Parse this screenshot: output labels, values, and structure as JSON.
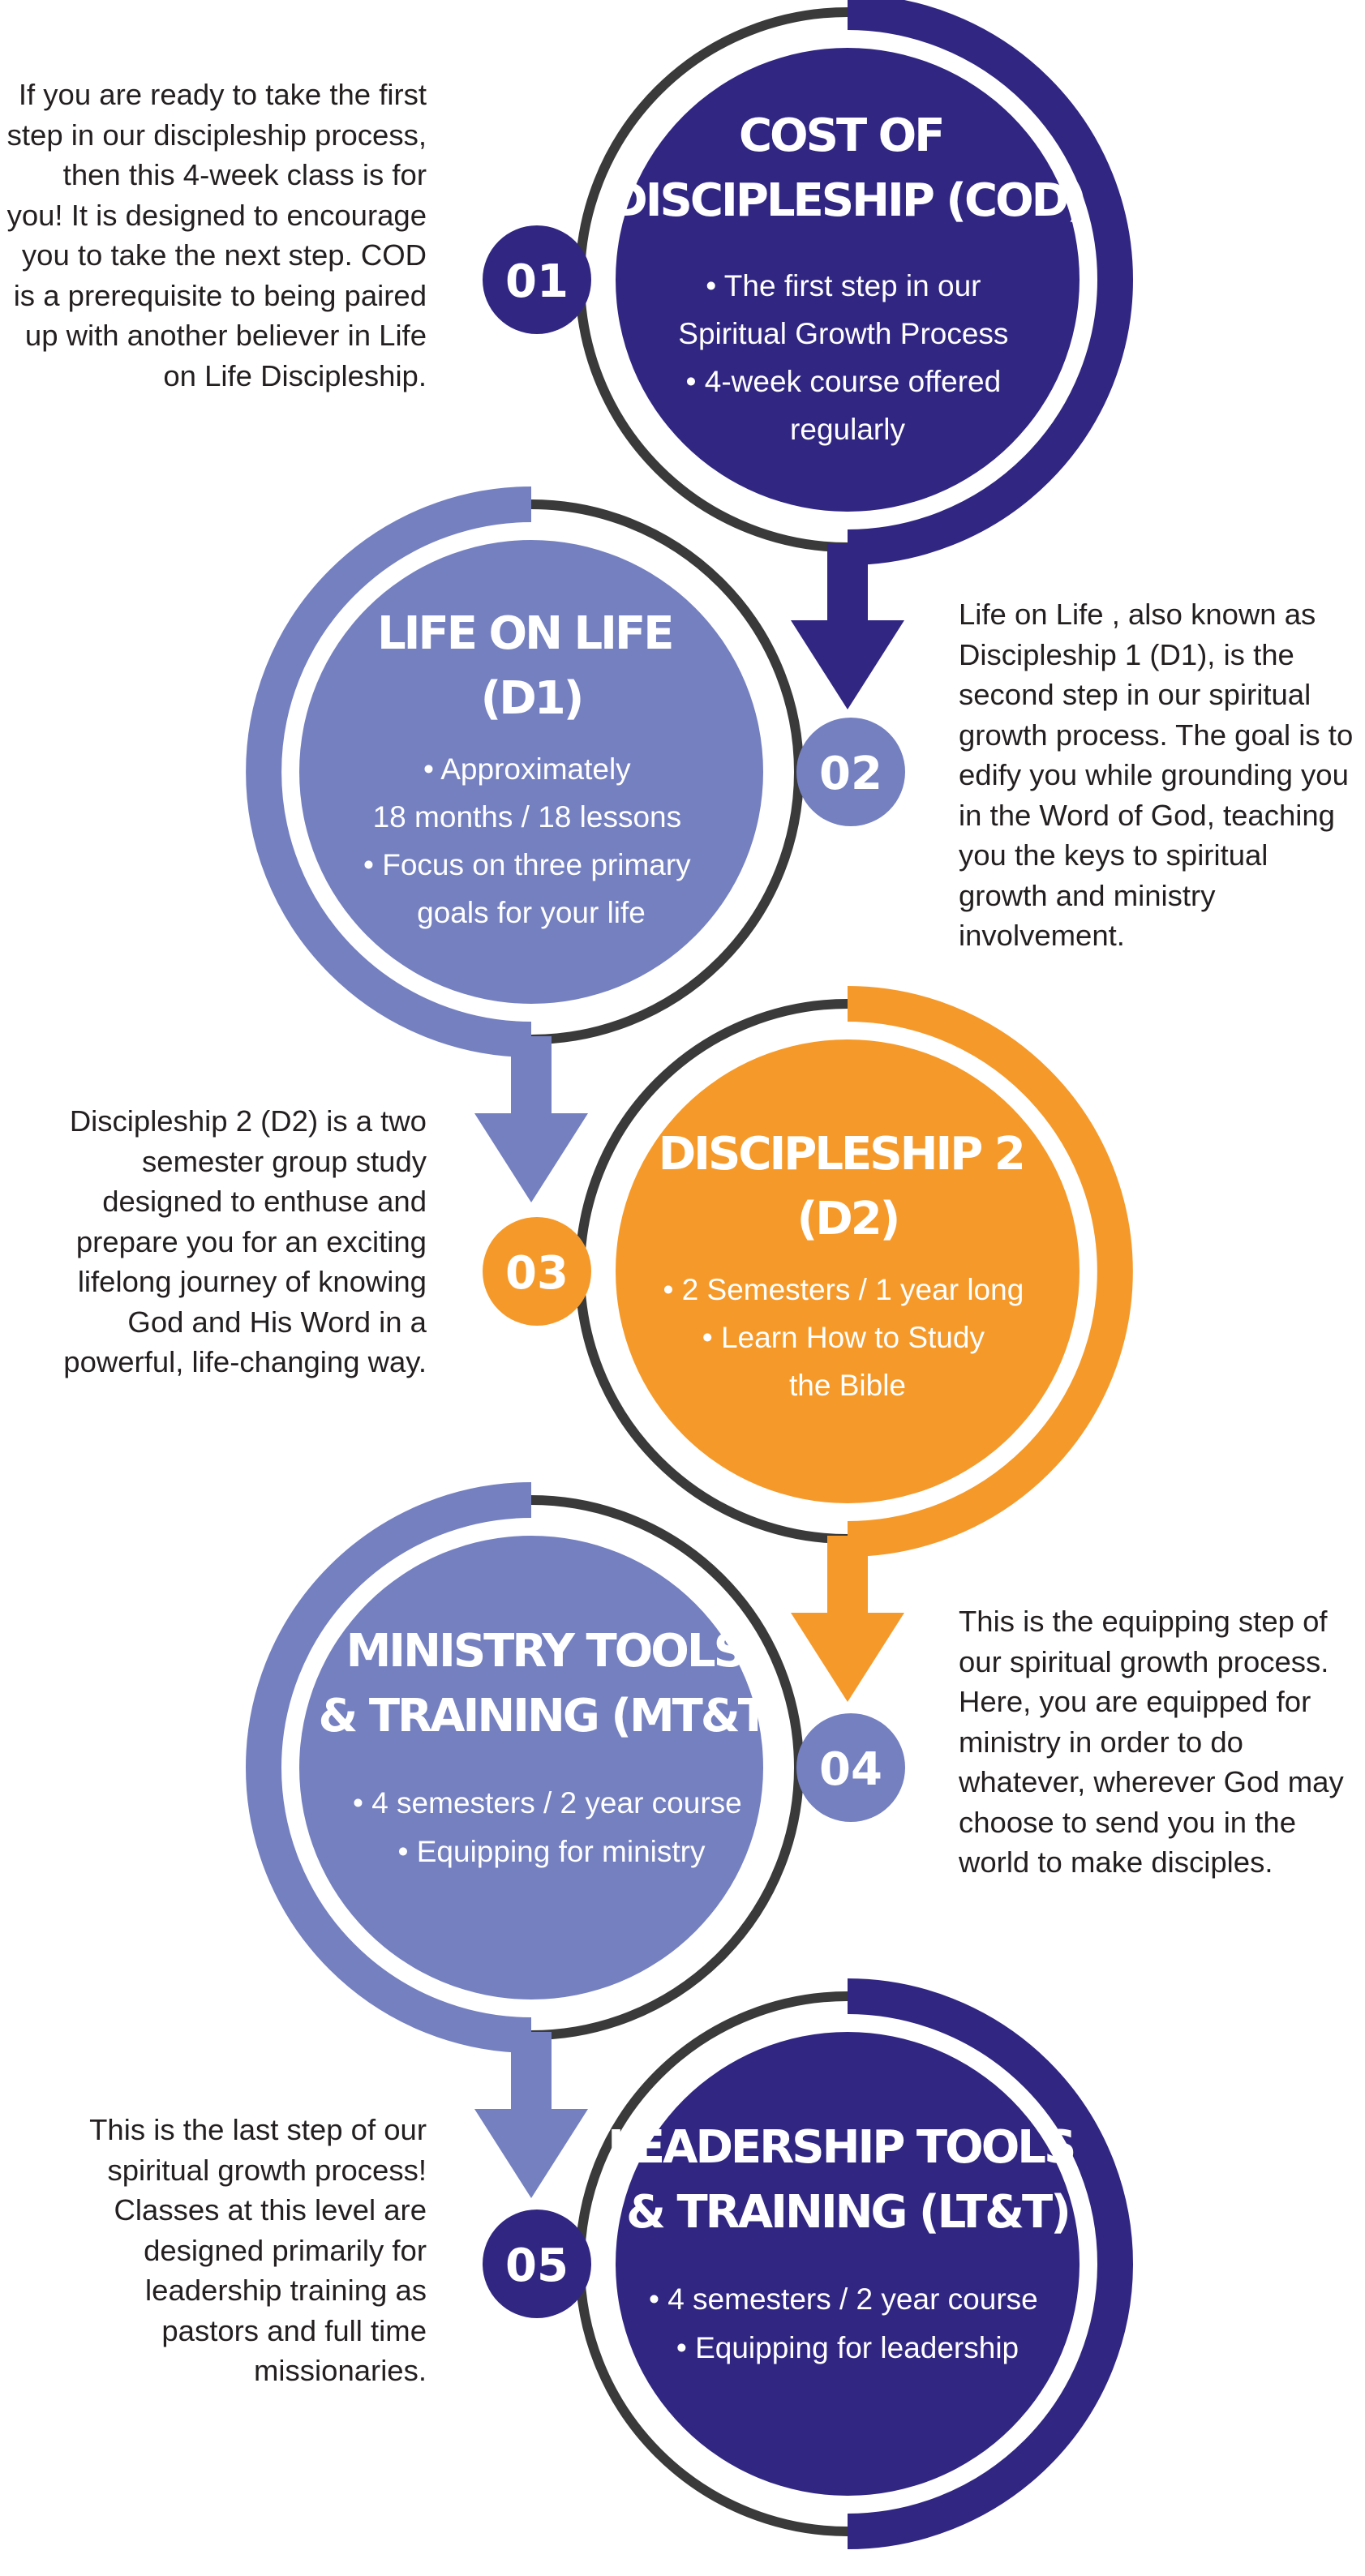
{
  "colors": {
    "dark_purple": "#312783",
    "lavender": "#7580c0",
    "orange": "#f59a2a",
    "ring_gray": "#3a3a3a",
    "text": "#231f20"
  },
  "steps": [
    {
      "number": "01",
      "title_lines": [
        "Cost of",
        "Discipleship (COD)"
      ],
      "bullet_lines": [
        "• The first step in our",
        "Spiritual Growth Process",
        "• 4-week course offered",
        "regularly"
      ],
      "description": "If you are ready to take the first step in our discipleship process, then this 4-week class is for you! It is designed to encourage you to take the next step. COD is a prerequisite to being paired up with another believer in Life on Life Discipleship."
    },
    {
      "number": "02",
      "title_lines": [
        "Life on Life",
        "(D1)"
      ],
      "bullet_lines": [
        "• Approximately",
        "18 months / 18 lessons",
        "• Focus on three primary",
        "goals for your life"
      ],
      "description": "Life on Life , also known as Discipleship 1 (D1), is the second step in our spiritual growth process. The goal is to edify you while grounding you in the Word of God, teaching you the keys to spiritual growth and ministry involvement."
    },
    {
      "number": "03",
      "title_lines": [
        "Discipleship 2",
        "(D2)"
      ],
      "bullet_lines": [
        "• 2 Semesters / 1 year long",
        "• Learn How to Study",
        "the Bible"
      ],
      "description": "Discipleship 2 (D2) is a two semester group study designed to enthuse and prepare you for an exciting lifelong journey of knowing God and His Word in a powerful, life-changing way."
    },
    {
      "number": "04",
      "title_lines": [
        "Ministry Tools",
        "& Training (MT&T)"
      ],
      "bullet_lines": [
        "• 4 semesters / 2 year course",
        "• Equipping for ministry"
      ],
      "description": "This is the equipping step of our spiritual growth process. Here, you are equipped for ministry in order to do whatever, wherever God may choose to send you in the world to make disciples."
    },
    {
      "number": "05",
      "title_lines": [
        "Leadership Tools",
        "& Training (LT&T)"
      ],
      "bullet_lines": [
        "• 4 semesters / 2 year course",
        "• Equipping for leadership"
      ],
      "description": "This is the last step of our spiritual growth process! Classes at this level are designed primarily for leadership training as pastors and full time missionaries."
    }
  ]
}
